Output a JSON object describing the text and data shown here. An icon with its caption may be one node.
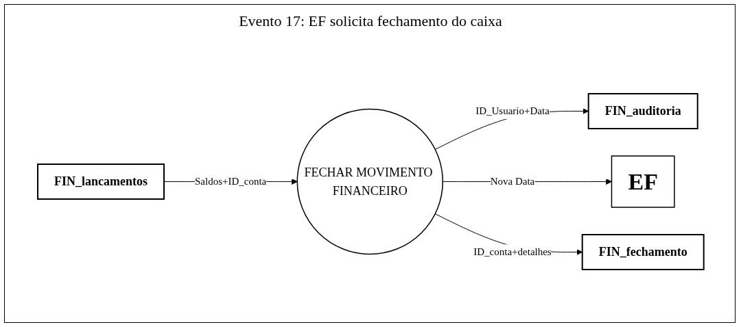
{
  "diagram": {
    "title": "Evento 17:  EF solicita fechamento do caixa",
    "nodes": [
      {
        "text": [
          "FIN_auditoria"
        ]
      },
      {
        "text": [
          "FECHAR MOVIMENTO FINANCEIRO"
        ]
      },
      {
        "text": [
          "EF"
        ]
      },
      {
        "text": [
          "FIN_lancamentos"
        ]
      },
      {
        "text": [
          "FIN_fechamento"
        ]
      }
    ],
    "edges": [
      {
        "from": 1,
        "to": 0,
        "arrow": "to",
        "label": "ID_Usuario+Data"
      },
      {
        "from": 3,
        "to": 1,
        "arrow": "to",
        "label": "Saldos+ID_conta"
      },
      {
        "from": 1,
        "to": 2,
        "arrow": "to",
        "label": "Nova Data"
      },
      {
        "from": 1,
        "to": 4,
        "arrow": "to",
        "label": "ID_conta+detalhes"
      }
    ]
  }
}
